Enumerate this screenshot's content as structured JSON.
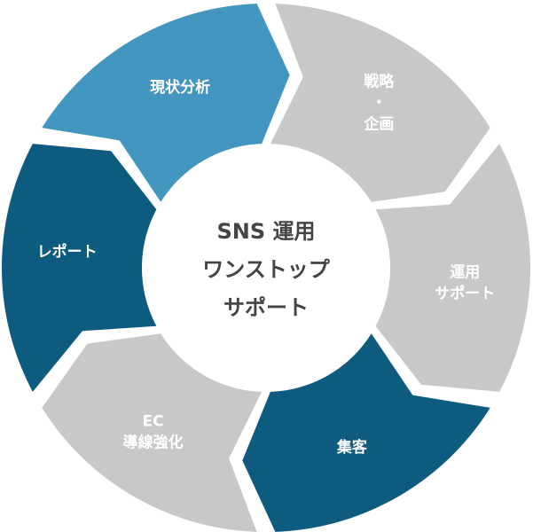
{
  "diagram": {
    "center": {
      "line1": "SNS 運用",
      "line2": "ワンストップ",
      "line3": "サポート"
    },
    "segments": [
      {
        "lines": [
          "レポート"
        ],
        "color": "#0e5b80",
        "text_color": "#ffffff"
      },
      {
        "lines": [
          "現状分析"
        ],
        "color": "#4396bf",
        "text_color": "#ffffff"
      },
      {
        "lines": [
          "戦略",
          "・",
          "企画"
        ],
        "color": "#c8c8c8",
        "text_color": "#ffffff"
      },
      {
        "lines": [
          "運用",
          "サポート"
        ],
        "color": "#c8c8c8",
        "text_color": "#ffffff"
      },
      {
        "lines": [
          "集客"
        ],
        "color": "#0e5b80",
        "text_color": "#ffffff"
      },
      {
        "lines": [
          "EC",
          "導線強化"
        ],
        "color": "#c8c8c8",
        "text_color": "#ffffff"
      }
    ]
  }
}
